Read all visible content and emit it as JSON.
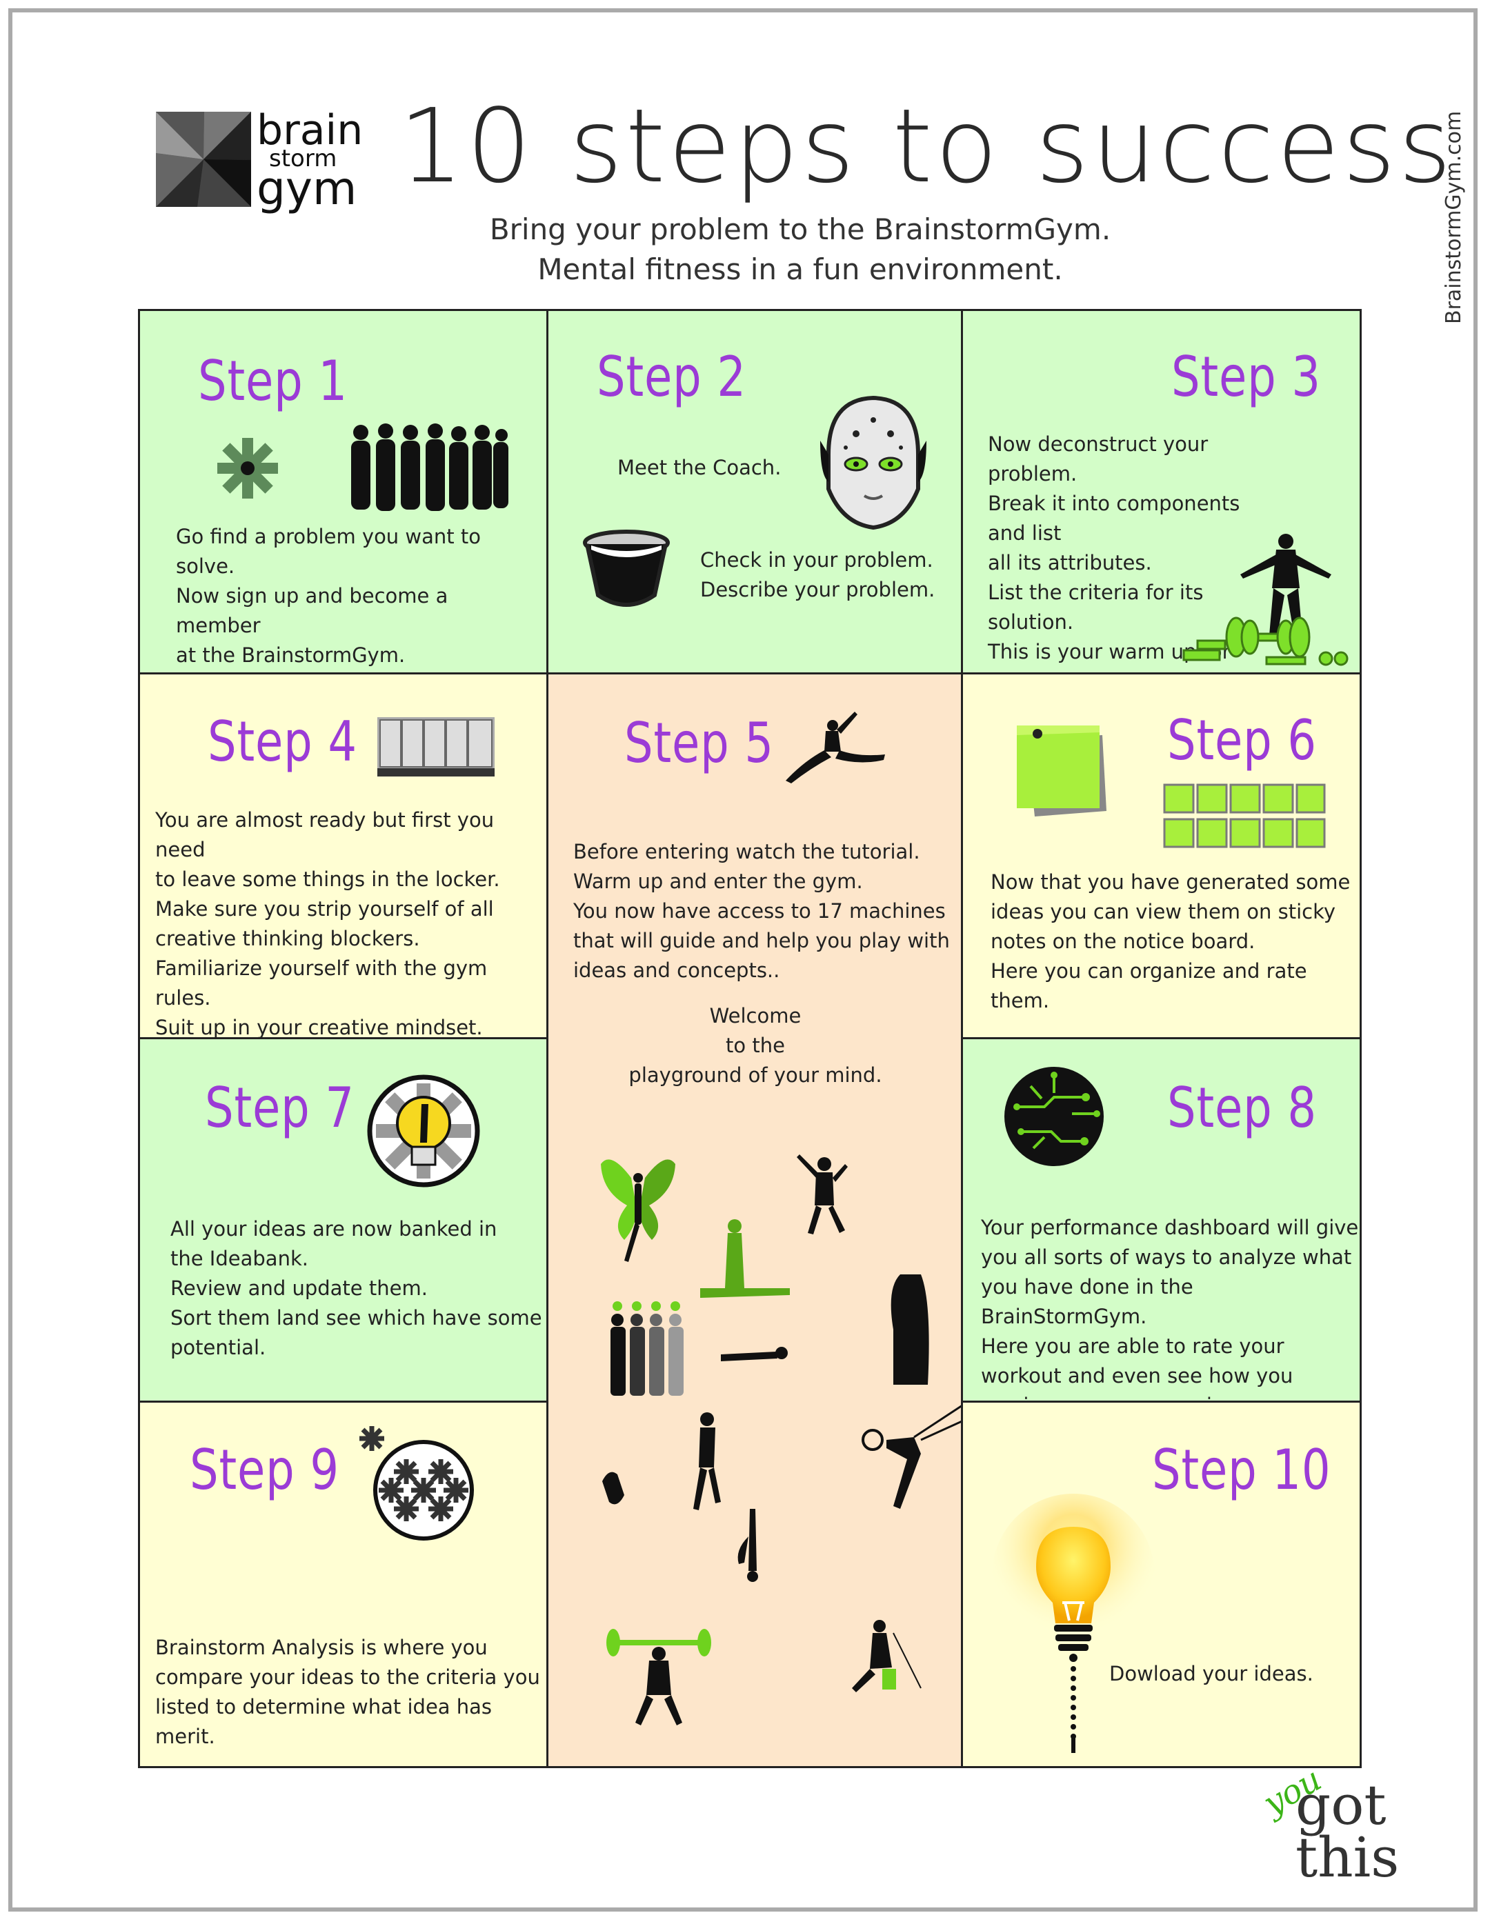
{
  "brand": {
    "logo_line1": "brain",
    "logo_line2": "storm",
    "logo_line3": "gym",
    "side_url": "BrainstormGym.com"
  },
  "header": {
    "title": "10 steps to success",
    "subtitle_line1": "Bring your problem to the BrainstormGym.",
    "subtitle_line2": "Mental fitness in a fun environment."
  },
  "colors": {
    "step_title": "#9b3bd6",
    "green_cell": "#d3fdc8",
    "yellow_cell": "#fffed3",
    "peach_cell": "#fde6cb",
    "accent_green": "#7ee02a"
  },
  "steps": [
    {
      "title": "Step 1",
      "text": "Go find a problem you want to solve.\nNow sign up and become a member\nat the BrainstormGym.",
      "icons": [
        "asterisk-icon",
        "group-silhouette-icon"
      ]
    },
    {
      "title": "Step 2",
      "text_a": "Meet the Coach.",
      "text_b": "Check in your problem.\nDescribe your problem.",
      "icons": [
        "coach-face-icon",
        "bucket-icon"
      ]
    },
    {
      "title": "Step 3",
      "text": "Now deconstruct your problem.\nBreak it into components and list\nall its attributes.\nList the criteria for its solution.\nThis is your warm up  for\nentry to the gym.",
      "icons": [
        "athlete-icon",
        "dumbbells-icon"
      ]
    },
    {
      "title": "Step 4",
      "text": "You are almost ready but first you need\nto leave some things in the locker.\nMake sure you strip yourself of all\ncreative thinking blockers.\nFamiliarize yourself with the gym rules.\nSuit up in your creative mindset.\nNow you are ready to enter.",
      "icons": [
        "locker-icon"
      ]
    },
    {
      "title": "Step 5",
      "text": "Before entering watch the tutorial.\nWarm up and enter the gym.\nYou now have access to 17 machines\nthat will guide and help you play with\nideas and concepts..",
      "welcome": "Welcome\nto the\nplayground of your mind.",
      "icons": [
        "leaping-dancer-icon",
        "gym-figures-icon"
      ]
    },
    {
      "title": "Step 6",
      "text": "Now that you have generated some\nideas you can view them on sticky\n notes  on the notice board.\nHere you can organize and rate them.",
      "icons": [
        "sticky-note-icon",
        "sticky-notes-grid-icon"
      ]
    },
    {
      "title": "Step 7",
      "text": "All your ideas are now banked in\nthe Ideabank.\nReview and update them.\nSort them land see which have some\npotential.",
      "icons": [
        "idea-bulb-badge-icon"
      ]
    },
    {
      "title": "Step 8",
      "text": "Your performance dashboard will give\n you all sorts of ways to analyze what\nyou have done in the BrainStormGym.\nHere you are able to rate your\nworkout and even see how you\ncan improve your sessions.",
      "icons": [
        "circuit-badge-icon"
      ]
    },
    {
      "title": "Step 9",
      "text": "Brainstorm Analysis is where you\ncompare your ideas to the criteria you\n listed to determine what idea has merit.",
      "icons": [
        "snowflake-badge-icon"
      ]
    },
    {
      "title": "Step 10",
      "text": "Dowload your ideas.",
      "icons": [
        "glowing-bulb-icon"
      ]
    }
  ],
  "footer": {
    "you": "you",
    "got": "got",
    "this": "this"
  }
}
